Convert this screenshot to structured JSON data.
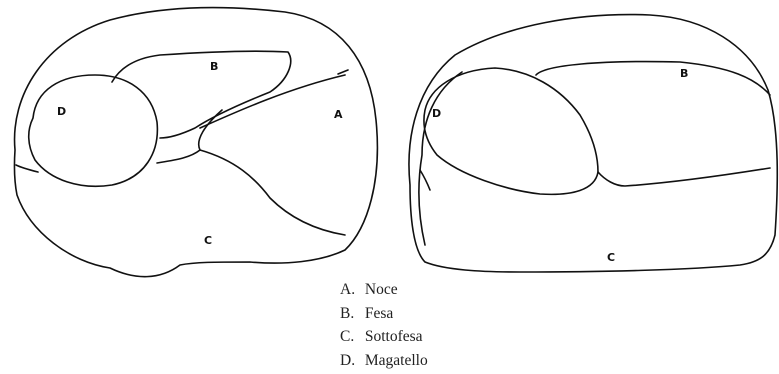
{
  "diagram": {
    "left_section": {
      "labels": {
        "a": "A",
        "b": "B",
        "c": "C",
        "d": "D"
      }
    },
    "right_section": {
      "labels": {
        "b": "B",
        "c": "C",
        "d": "D"
      }
    }
  },
  "legend": [
    {
      "key": "A.",
      "name": "Noce"
    },
    {
      "key": "B.",
      "name": "Fesa"
    },
    {
      "key": "C.",
      "name": "Sottofesa"
    },
    {
      "key": "D.",
      "name": "Magatello"
    }
  ]
}
